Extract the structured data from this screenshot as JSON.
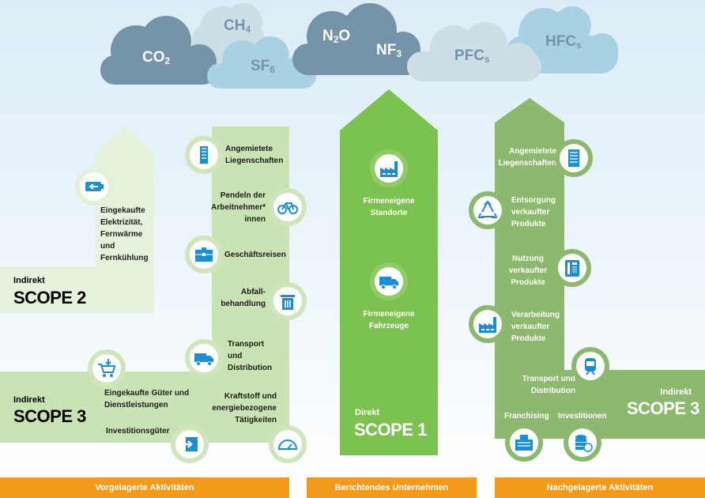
{
  "gases": [
    {
      "base": "CO",
      "sub": "2"
    },
    {
      "base": "CH",
      "sub": "4"
    },
    {
      "base": "SF",
      "sub": "6"
    },
    {
      "base": "N",
      "sub": "2",
      "tail": "O"
    },
    {
      "base": "NF",
      "sub": "3"
    },
    {
      "base": "PFC",
      "sub": "s"
    },
    {
      "base": "HFC",
      "sub": "s"
    }
  ],
  "scope2": {
    "kind": "Indirekt",
    "title": "SCOPE 2",
    "items": [
      "Eingekaufte Elektrizität, Fernwärme und Fernkühlung"
    ]
  },
  "scope3_up": {
    "kind": "Indirekt",
    "title": "SCOPE 3",
    "items": [
      "Angemietete Liegenschaften",
      "Pendeln der Arbeitnehmer* innen",
      "Geschäftsreisen",
      "Abfall-behandlung",
      "Transport und Distribution",
      "Eingekaufte Güter und Dienstleistungen",
      "Kraftstoff und energiebezogene Tätigkeiten",
      "Investitionsgüter"
    ]
  },
  "scope1": {
    "kind": "Direkt",
    "title": "SCOPE 1",
    "items": [
      "Firmeneigene Standorte",
      "Firmeneigene Fahrzeuge"
    ]
  },
  "scope3_down": {
    "kind": "Indirekt",
    "title": "SCOPE 3",
    "items": [
      "Angemietete Liegenschaften",
      "Entsorgung verkaufter Produkte",
      "Nutzung verkaufter Produkte",
      "Verarbeitung verkaufter Produkte",
      "Transport und Distribution",
      "Franchising",
      "Investitionen"
    ]
  },
  "footer": [
    "Vorgelagerte Aktivitäten",
    "Berichtendes Unternehmen",
    "Nachgelagerte Aktivitäten"
  ],
  "colors": {
    "scope2": "#e6f3dc",
    "scope3_up": "#c9e3b4",
    "scope1": "#7cc24e",
    "scope3_down": "#8cb96e",
    "footer": "#f39a1b",
    "icon": "#1a8fd6",
    "cloud_dark": "#7593a9",
    "cloud_light": "#cddfe6",
    "cloud_blue": "#a8d1e3"
  }
}
